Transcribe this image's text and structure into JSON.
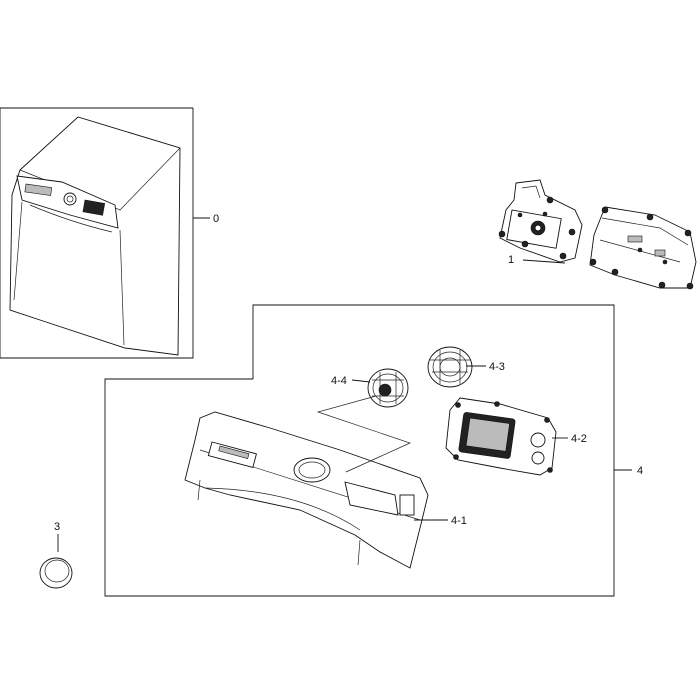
{
  "callouts": {
    "c0": "0",
    "c1": "1",
    "c3": "3",
    "c4": "4",
    "c4_1": "4-1",
    "c4_2": "4-2",
    "c4_3": "4-3",
    "c4_4": "4-4"
  }
}
